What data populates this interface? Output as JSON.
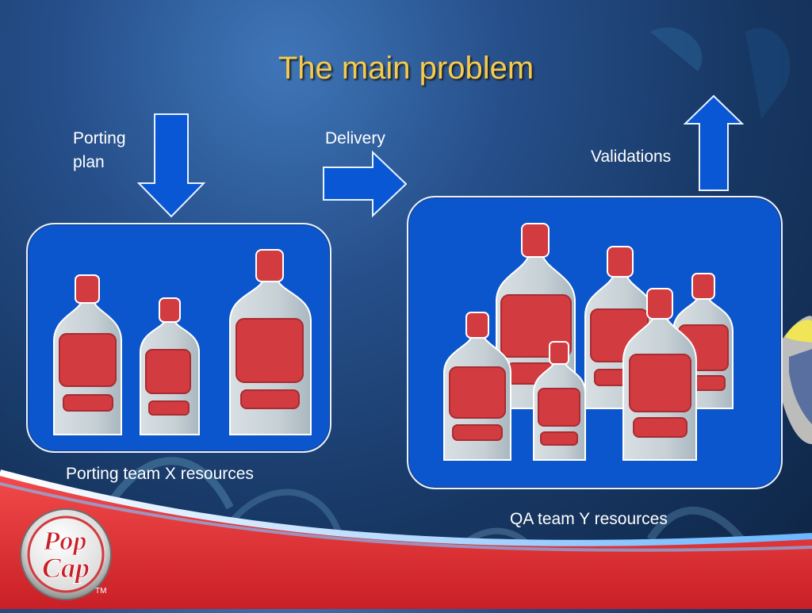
{
  "slide": {
    "title": "The main problem",
    "labels": {
      "porting_plan": "Porting\nplan",
      "delivery": "Delivery",
      "validations": "Validations",
      "porting_team": "Porting team X resources",
      "qa_team": "QA team Y resources"
    },
    "logo": {
      "line1": "Pop",
      "line2": "Cap",
      "trademark": "TM"
    },
    "colors": {
      "title": "#f5cb4d",
      "panel": "#0b56cc",
      "arrow": "#0a57d6",
      "bottle_cap": "#d23b40",
      "bottle_body": "#c9d1d6",
      "footer_red": "#d7282f"
    }
  }
}
